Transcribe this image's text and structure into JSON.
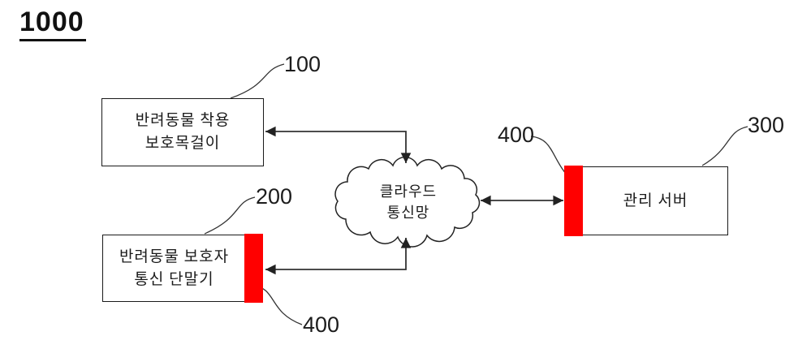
{
  "figure": {
    "number": "1000"
  },
  "nodes": {
    "collar": {
      "ref": "100",
      "line1": "반려동물 착용",
      "line2": "보호목걸이"
    },
    "guardian_terminal": {
      "ref": "200",
      "line1": "반려동물 보호자",
      "line2": "통신 단말기"
    },
    "cloud_network": {
      "line1": "클라우드",
      "line2": "통신망"
    },
    "management_server": {
      "ref": "300",
      "label": "관리 서버"
    },
    "communication_module": {
      "ref": "400",
      "color": "#ff0000"
    }
  },
  "colors": {
    "connector_line": "#333333",
    "box_border": "#1a1a1a",
    "module_red": "#ff0000"
  }
}
